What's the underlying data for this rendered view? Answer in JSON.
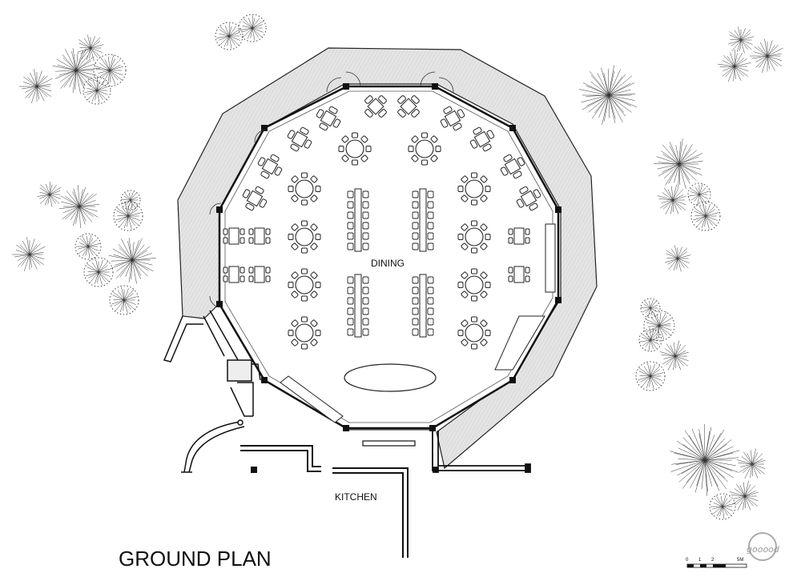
{
  "plan": {
    "title": "GROUND PLAN",
    "rooms": {
      "dining": "DINING",
      "kitchen": "KITCHEN"
    },
    "scale_bar": {
      "ticks": [
        "0",
        "1",
        "2",
        "5M"
      ]
    },
    "watermark": "gooood",
    "colors": {
      "line": "#111111",
      "hatch_fill": "#e2e2e2",
      "background": "#ffffff"
    }
  }
}
